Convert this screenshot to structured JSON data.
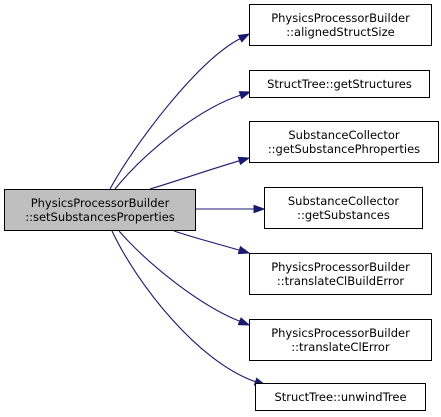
{
  "graph": {
    "type": "call-graph",
    "direction": "left-to-right",
    "colors": {
      "edge": "#191970",
      "root_fill": "#bfbfbf",
      "node_fill": "#ffffff",
      "border": "#000000"
    },
    "root": {
      "id": "root",
      "lines": [
        "PhysicsProcessorBuilder",
        "::setSubstancesProperties"
      ]
    },
    "callees": [
      {
        "id": "aligned-struct-size",
        "lines": [
          "PhysicsProcessorBuilder",
          "::alignedStructSize"
        ]
      },
      {
        "id": "get-structures",
        "lines": [
          "StructTree::getStructures"
        ]
      },
      {
        "id": "get-substance-phroperties",
        "lines": [
          "SubstanceCollector",
          "::getSubstancePhroperties"
        ]
      },
      {
        "id": "get-substances",
        "lines": [
          "SubstanceCollector",
          "::getSubstances"
        ]
      },
      {
        "id": "translate-cl-build-error",
        "lines": [
          "PhysicsProcessorBuilder",
          "::translateClBuildError"
        ]
      },
      {
        "id": "translate-cl-error",
        "lines": [
          "PhysicsProcessorBuilder",
          "::translateClError"
        ]
      },
      {
        "id": "unwind-tree",
        "lines": [
          "StructTree::unwindTree"
        ]
      }
    ],
    "edges": [
      {
        "from": "root",
        "to": "aligned-struct-size"
      },
      {
        "from": "root",
        "to": "get-structures"
      },
      {
        "from": "root",
        "to": "get-substance-phroperties"
      },
      {
        "from": "root",
        "to": "get-substances"
      },
      {
        "from": "root",
        "to": "translate-cl-build-error"
      },
      {
        "from": "root",
        "to": "translate-cl-error"
      },
      {
        "from": "root",
        "to": "unwind-tree"
      }
    ]
  }
}
